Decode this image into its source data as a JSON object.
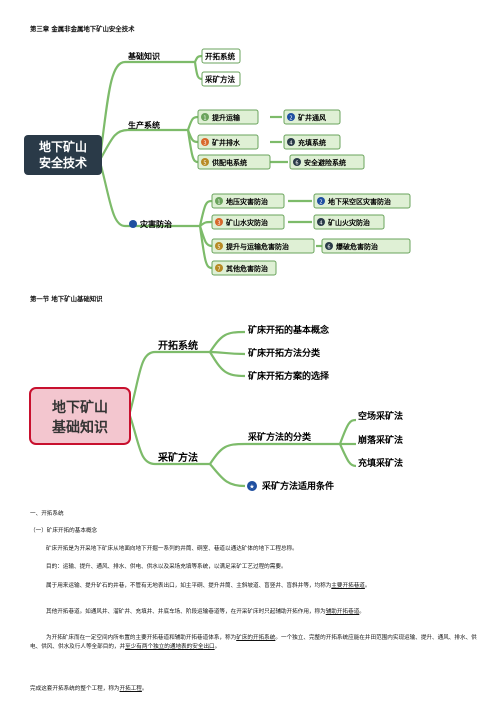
{
  "chapter_title": "第三章 金属非金属地下矿山安全技术",
  "mindmap1": {
    "root": [
      "地下矿山",
      "安全技术"
    ],
    "basic": {
      "label": "基础知识",
      "children": [
        "开拓系统",
        "采矿方法"
      ]
    },
    "production": {
      "label": "生产系统",
      "items": [
        "提升运输",
        "矿井通风",
        "矿井排水",
        "充填系统",
        "供配电系统",
        "安全避险系统"
      ]
    },
    "disaster": {
      "label": "灾害防治",
      "items": [
        "地压灾害防治",
        "地下采空区灾害防治",
        "矿山水灾防治",
        "矿山火灾防治",
        "提升与运输危害防治",
        "爆破危害防治",
        "其他危害防治"
      ]
    }
  },
  "section_title": "第一节 地下矿山基础知识",
  "mindmap2": {
    "root": [
      "地下矿山",
      "基础知识"
    ],
    "kaituo": {
      "label": "开拓系统",
      "children": [
        "矿床开拓的基本概念",
        "矿床开拓方法分类",
        "矿床开拓方案的选择"
      ]
    },
    "caikuang": {
      "label": "采矿方法",
      "fenlei": "采矿方法的分类",
      "leaves": [
        "空场采矿法",
        "崩落采矿法",
        "充填采矿法"
      ],
      "condition": "采矿方法适用条件"
    }
  },
  "text": {
    "h1": "一、开拓系统",
    "h2": "（一）矿床开拓的基本概念",
    "p1": "矿床开拓是为开采地下矿床从地面向地下开掘一系列的井筒、硐室、巷道以通达矿体的地下工程总称。",
    "p2": "目的：运输、提升、通风、排水、供电、供水以及采场充填等系统，以满足采矿工艺过程的需要。",
    "p3a": "属于用来运输、提升矿石的井巷，不管有无地表出口，如主平硐、提升井筒、主斜坡道、盲竖井、盲斜井等，均称为",
    "p3b": "主要",
    "p3c": "开拓巷道",
    "p3d": "。",
    "p4a": "其他开拓巷道。如通风井、溜矿井、充填井、井底车场、阶段运输巷道等，在开采矿床时只起辅助开拓作用，称为",
    "p4b": "辅助开",
    "p4c": "拓巷道",
    "p4d": "。",
    "p5a": "为开拓矿床而在一定空间内所布置的主要开拓巷道和辅助开拓巷道体系，称为",
    "p5b": "矿床的开拓系统",
    "p5c": "。一个独立、完整的开拓系",
    "p5d": "统应能在井田范围内实现运输、提升、通风、排水、供电、供风、供水及行人等全部目的，并",
    "p5e": "至少有两个独立的通地表的安全",
    "p5f": "出口",
    "p5g": "。",
    "p6a": "完成这套开拓系统的整个工程，称为",
    "p6b": "开拓工程",
    "p6c": "。"
  },
  "colors": {
    "green": "#6aa35c",
    "red": "#c8102e",
    "blue": "#1f4fa0",
    "orange": "#d8672a",
    "gold": "#b78a24",
    "dark": "#2a3a48",
    "node": "#dff0d5",
    "rootbg": "#f3c6cf"
  }
}
